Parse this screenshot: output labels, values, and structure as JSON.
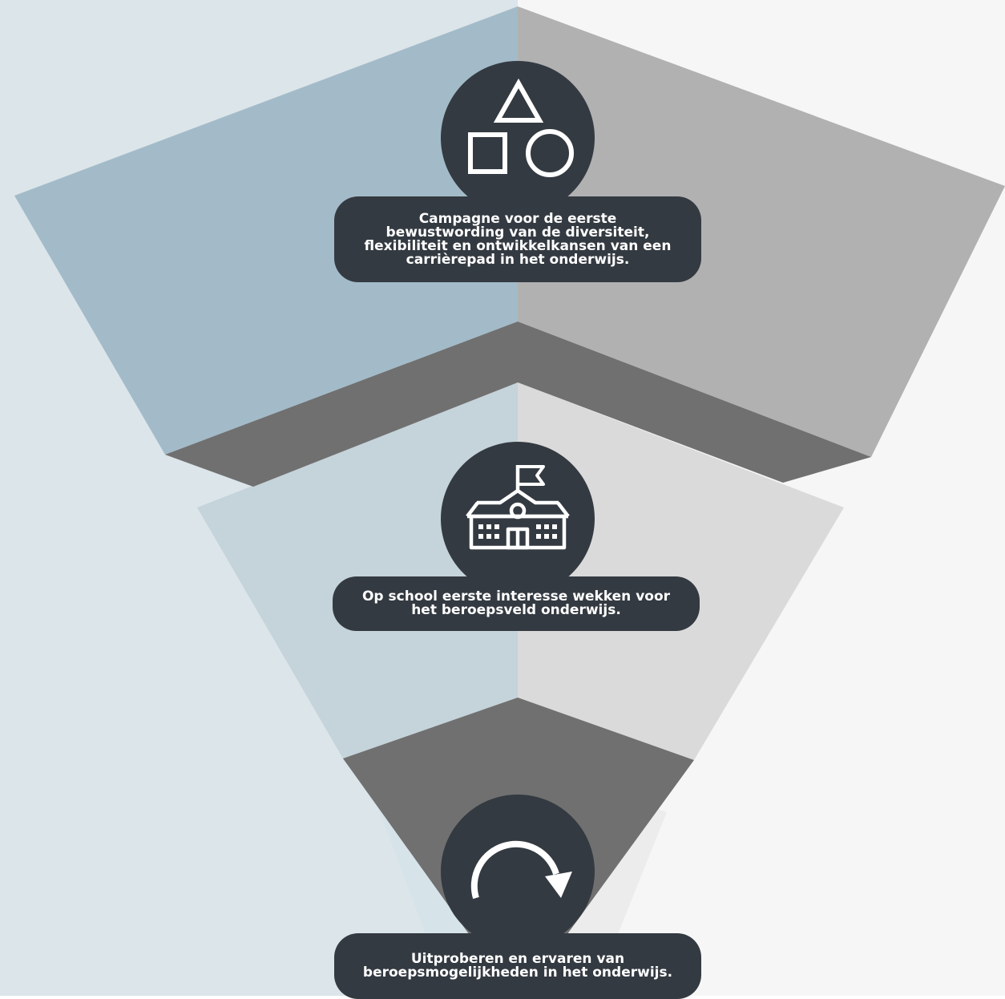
{
  "colors": {
    "background_left": "#dbe5ea",
    "background_right": "#f6f6f6",
    "tier1_left": "#a3bbc8",
    "tier1_right": "#b1b1b1",
    "tier2_left": "#c5d3da",
    "tier2_right": "#dadada",
    "tier3_left": "#d6e4ea",
    "tier3_right": "#ececec",
    "fold": "#707070",
    "badge": "#343a41",
    "icon": "#ffffff"
  },
  "steps": [
    {
      "icon": "shapes-icon",
      "text": "Campagne voor de eerste bewustwording van de diversiteit, flexibiliteit en ontwikkelkansen van een carrièrepad in het onderwijs."
    },
    {
      "icon": "school-building-icon",
      "text": "Op school eerste interesse wekken voor het beroepsveld onderwijs."
    },
    {
      "icon": "redo-arrow-icon",
      "text": "Uitproberen en ervaren van beroepsmogelijkheden in het onderwijs."
    }
  ]
}
